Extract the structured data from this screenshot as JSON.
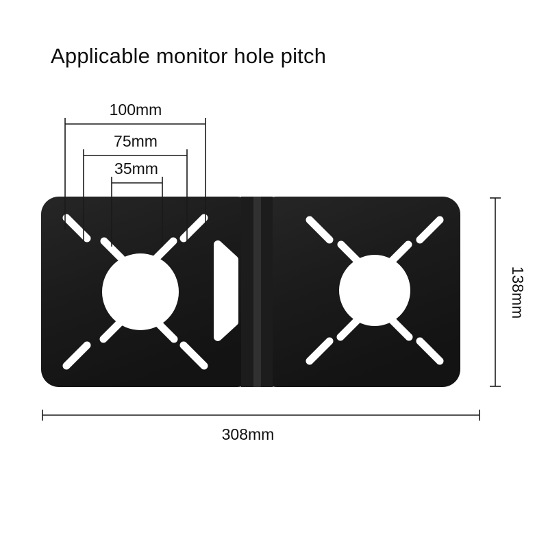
{
  "title": "Applicable monitor hole pitch",
  "colors": {
    "background": "#ffffff",
    "bracket": "#1c1c1c",
    "bracket_seam": "#313131",
    "dimension_lines": "#1a1a1a",
    "text": "#111111",
    "cutouts": "#ffffff"
  },
  "dimensions": {
    "pitch_100": "100mm",
    "pitch_75": "75mm",
    "pitch_35": "35mm",
    "height": "138mm",
    "width": "308mm"
  }
}
